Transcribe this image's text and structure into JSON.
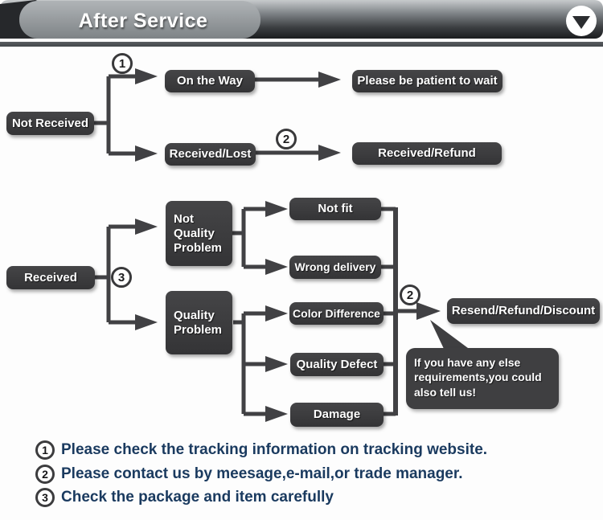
{
  "header": {
    "title": "After Service",
    "collapse_icon": "down-triangle"
  },
  "flowchart": {
    "not_received": "Not Received",
    "on_the_way": "On the Way",
    "please_wait": "Please be patient to wait",
    "received_lost": "Received/Lost",
    "received_refund": "Received/Refund",
    "received": "Received",
    "not_quality_problem": "Not Quality Problem",
    "quality_problem": "Quality Problem",
    "not_fit": "Not fit",
    "wrong_delivery": "Wrong delivery",
    "color_difference": "Color Difference",
    "quality_defect": "Quality Defect",
    "damage": "Damage",
    "resend_refund_discount": "Resend/Refund/Discount",
    "bubble_note": "If you have any else requirements,you could also tell us!",
    "marker_1": "1",
    "marker_2": "2",
    "marker_3": "3"
  },
  "legend": {
    "items": [
      {
        "num": "1",
        "text": "Please check the tracking information on tracking website."
      },
      {
        "num": "2",
        "text": "Please contact us by meesage,e-mail,or trade manager."
      },
      {
        "num": "3",
        "text": "Check the package and item carefully"
      }
    ]
  },
  "colors": {
    "node_fill": "#3b3b3d",
    "connector": "#414144",
    "legend_text": "#1a3a5f",
    "banner_dark": "#26282b",
    "banner_blob": "#8e9296"
  }
}
